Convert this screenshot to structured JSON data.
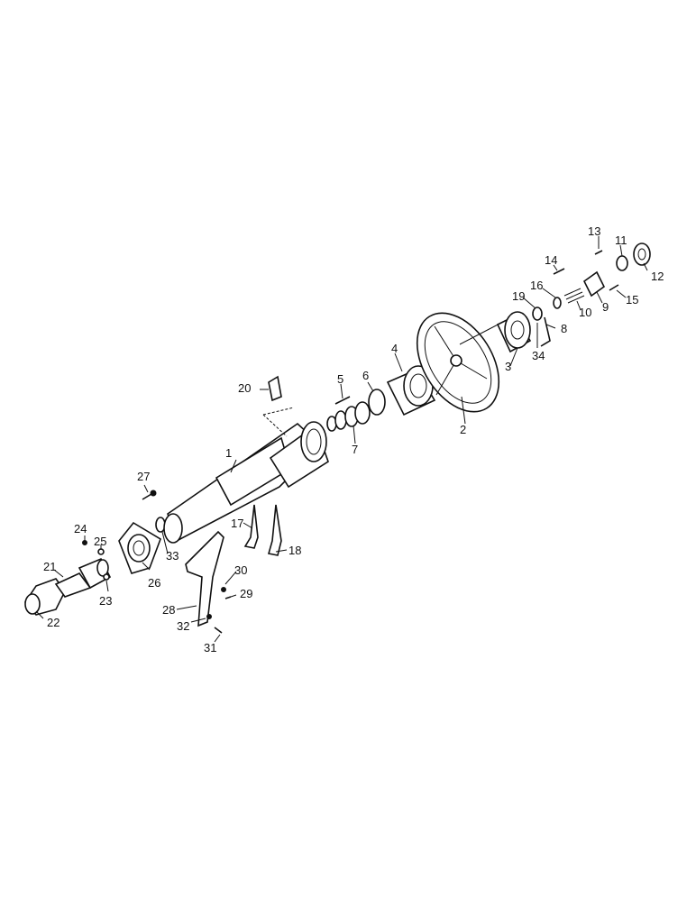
{
  "diagram": {
    "callouts": {
      "c1": "1",
      "c2": "2",
      "c3": "3",
      "c4": "4",
      "c5": "5",
      "c6": "6",
      "c7": "7",
      "c8": "8",
      "c9": "9",
      "c10": "10",
      "c11": "11",
      "c12": "12",
      "c13": "13",
      "c14": "14",
      "c15": "15",
      "c16": "16",
      "c17": "17",
      "c18": "18",
      "c19": "19",
      "c20": "20",
      "c21": "21",
      "c22": "22",
      "c23": "23",
      "c24": "24",
      "c25": "25",
      "c26": "26",
      "c27": "27",
      "c28": "28",
      "c29": "29",
      "c30": "30",
      "c31": "31",
      "c32": "32",
      "c33": "33",
      "c34": "34"
    }
  }
}
